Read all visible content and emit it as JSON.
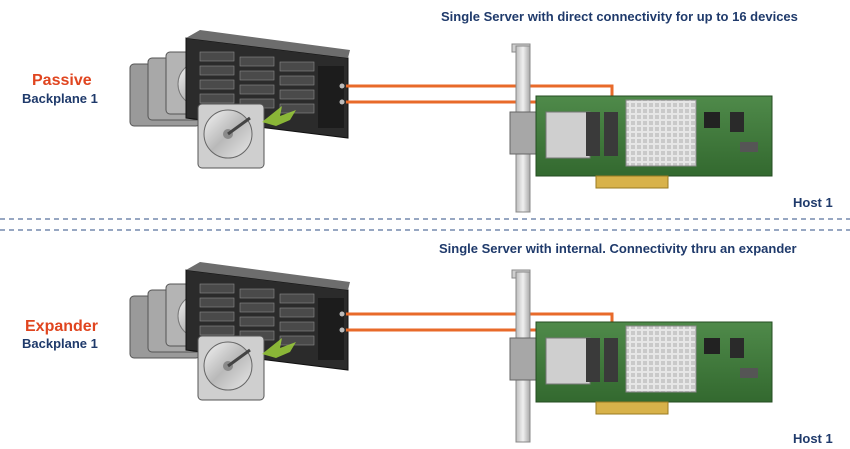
{
  "sections": [
    {
      "heading": "Single Server with direct connectivity for up to 16 devices",
      "backplane_type": "Passive",
      "backplane_label": "Backplane 1",
      "host_label": "Host 1"
    },
    {
      "heading": "Single Server with internal. Connectivity thru an expander",
      "backplane_type": "Expander",
      "backplane_label": "Backplane 1",
      "host_label": "Host 1"
    }
  ],
  "colors": {
    "heading": "#1f3a6b",
    "backplane_type": "#e0451f",
    "cable": "#e86a2a",
    "divider": "#2f4f86",
    "board": "#3f7a3e",
    "heatsink": "#d8d8d8"
  },
  "icons": [
    "hard-drive-icon",
    "backplane-chassis-icon",
    "raid-controller-card-icon",
    "sas-cable-icon"
  ]
}
